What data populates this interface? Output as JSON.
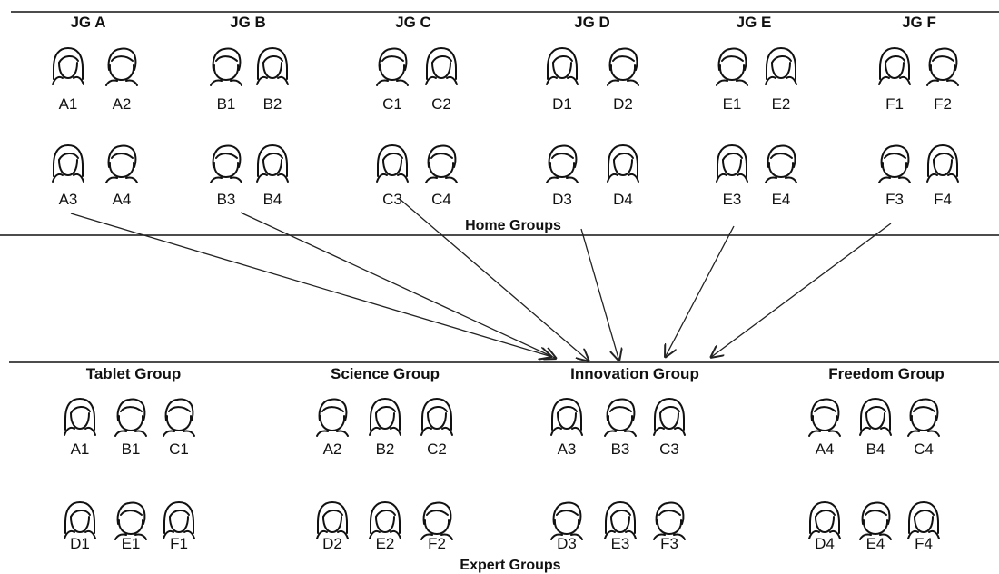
{
  "home_section_label": "Home Groups",
  "expert_section_label": "Expert Groups",
  "home_groups": [
    {
      "title": "JG A",
      "members": [
        "A1",
        "A2",
        "A3",
        "A4"
      ]
    },
    {
      "title": "JG B",
      "members": [
        "B1",
        "B2",
        "B3",
        "B4"
      ]
    },
    {
      "title": "JG C",
      "members": [
        "C1",
        "C2",
        "C3",
        "C4"
      ]
    },
    {
      "title": "JG D",
      "members": [
        "D1",
        "D2",
        "D3",
        "D4"
      ]
    },
    {
      "title": "JG E",
      "members": [
        "E1",
        "E2",
        "E3",
        "E4"
      ]
    },
    {
      "title": "JG F",
      "members": [
        "F1",
        "F2",
        "F3",
        "F4"
      ]
    }
  ],
  "expert_groups": [
    {
      "title": "Tablet Group",
      "members": [
        "A1",
        "B1",
        "C1",
        "D1",
        "E1",
        "F1"
      ]
    },
    {
      "title": "Science Group",
      "members": [
        "A2",
        "B2",
        "C2",
        "D2",
        "E2",
        "F2"
      ]
    },
    {
      "title": "Innovation Group",
      "members": [
        "A3",
        "B3",
        "C3",
        "D3",
        "E3",
        "F3"
      ]
    },
    {
      "title": "Freedom Group",
      "members": [
        "A4",
        "B4",
        "C4",
        "D4",
        "E4",
        "F4"
      ]
    }
  ],
  "arrows": {
    "target_group": "Innovation Group",
    "from_members": [
      "A3",
      "B3",
      "C3",
      "D3",
      "E3",
      "F3"
    ]
  },
  "person_icons": [
    "girl-icon",
    "boy-icon"
  ]
}
